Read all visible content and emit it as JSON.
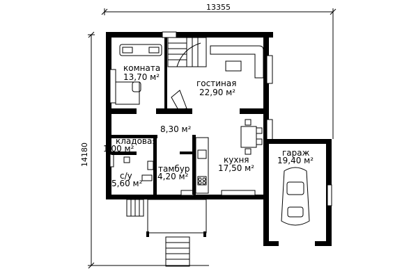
{
  "dimensions": {
    "width_label": "13355",
    "height_label": "14180"
  },
  "rooms": [
    {
      "id": "komnata",
      "name": "комната",
      "area": "13,70 м²"
    },
    {
      "id": "gostinaya",
      "name": "гостиная",
      "area": "22,90 м²"
    },
    {
      "id": "hall",
      "name": "",
      "area": "8,30 м²"
    },
    {
      "id": "kladovaya",
      "name": "кладовая",
      "area": "1,00 м²"
    },
    {
      "id": "su",
      "name": "с/у",
      "area": "5,60 м²"
    },
    {
      "id": "tambur",
      "name": "тамбур",
      "area": "4,20 м²"
    },
    {
      "id": "kukhnya",
      "name": "кухня",
      "area": "17,50 м²"
    },
    {
      "id": "garazh",
      "name": "гараж",
      "area": "19,40 м²"
    }
  ]
}
